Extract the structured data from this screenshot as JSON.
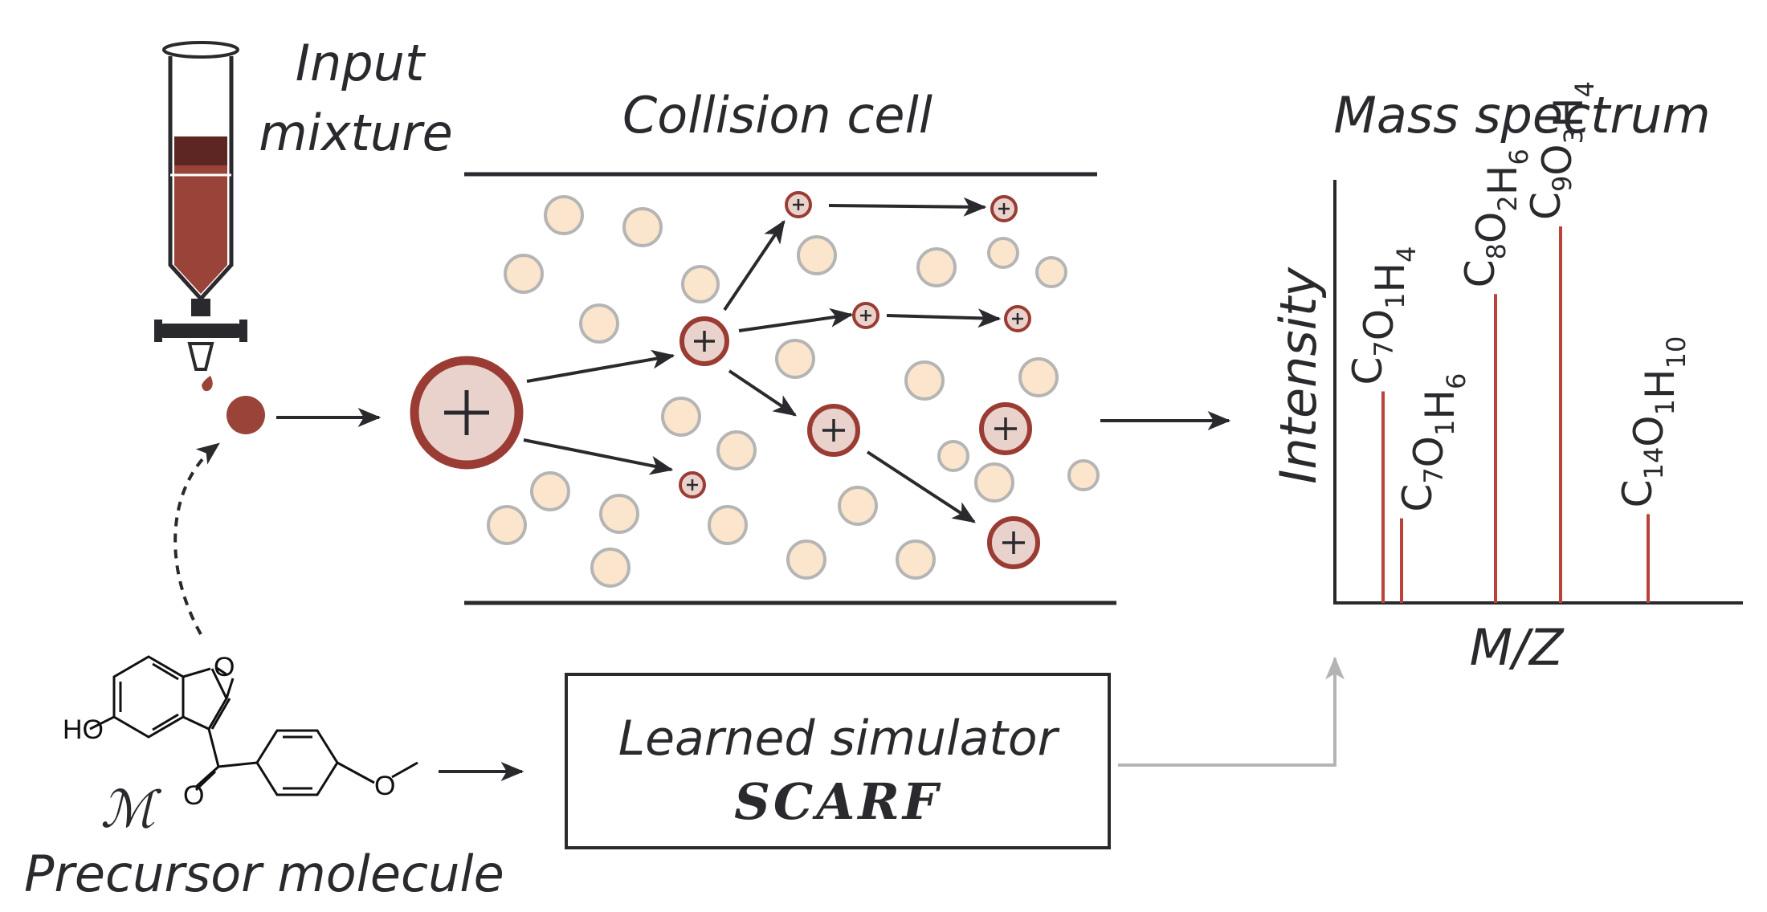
{
  "labels": {
    "input_mixture_line1": "Input",
    "input_mixture_line2": "mixture",
    "collision_cell": "Collision cell",
    "mass_spectrum": "Mass spectrum",
    "y_axis": "Intensity",
    "x_axis": "M/Z",
    "simulator_line1": "Learned simulator",
    "simulator_line2": "SCARF",
    "precursor_symbol": "ℳ",
    "precursor_caption": "Precursor molecule",
    "ho_group": "HO",
    "furan_o": "O",
    "carbonyl_o": "O",
    "methoxy_o": "O"
  },
  "chart_data": {
    "type": "bar",
    "xlabel": "M/Z",
    "ylabel": "Intensity",
    "peaks": [
      {
        "formula": [
          {
            "el": "C",
            "n": "7"
          },
          {
            "el": "O",
            "n": "1"
          },
          {
            "el": "H",
            "n": "4"
          }
        ],
        "value": 0.5
      },
      {
        "formula": [
          {
            "el": "C",
            "n": "7"
          },
          {
            "el": "O",
            "n": "1"
          },
          {
            "el": "H",
            "n": "6"
          }
        ],
        "value": 0.2
      },
      {
        "formula": [
          {
            "el": "C",
            "n": "8"
          },
          {
            "el": "O",
            "n": "2"
          },
          {
            "el": "H",
            "n": "6"
          }
        ],
        "value": 0.73
      },
      {
        "formula": [
          {
            "el": "C",
            "n": "9"
          },
          {
            "el": "O",
            "n": "3"
          },
          {
            "el": "H",
            "n": "4"
          }
        ],
        "value": 0.89
      },
      {
        "formula": [
          {
            "el": "C",
            "n": "14"
          },
          {
            "el": "O",
            "n": "1"
          },
          {
            "el": "H",
            "n": "10"
          }
        ],
        "value": 0.21
      }
    ]
  },
  "colors": {
    "ink": "#2a2a2e",
    "liquid": "#9a4339",
    "liquid_dark": "#5e2622",
    "ion_fill": "#e9d2cb",
    "ion_ring": "#9a3c34",
    "gas_fill": "#fbe6cd",
    "gas_ring": "#b5b5b5",
    "peak": "#b9433a",
    "gray_arrow": "#b4b4b4"
  }
}
